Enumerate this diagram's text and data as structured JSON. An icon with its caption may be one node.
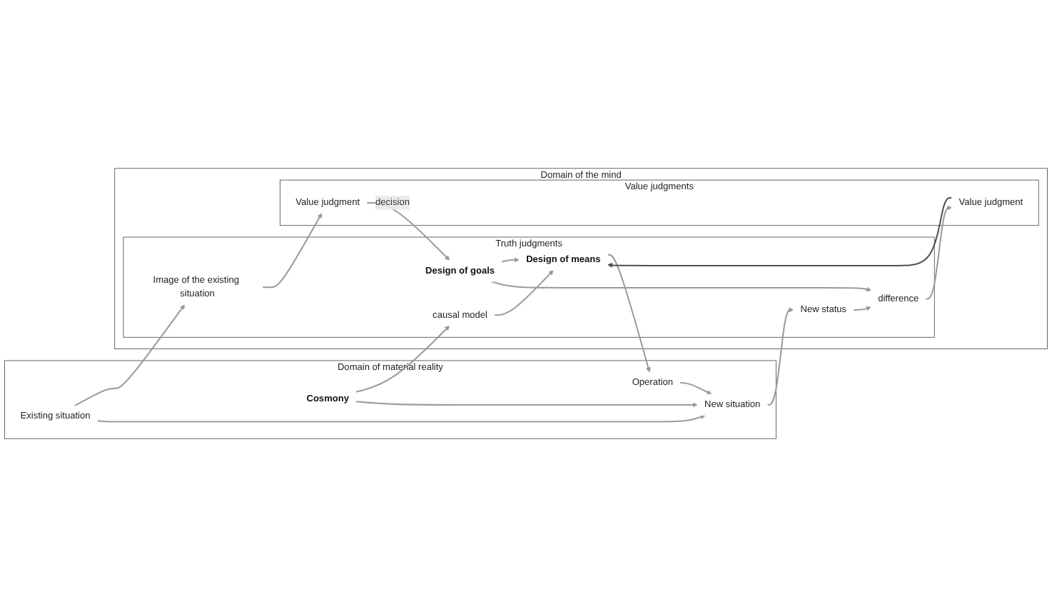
{
  "diagram": {
    "nodes": [
      {
        "text": [
          "Domain of material reality"
        ]
      },
      {
        "text": [
          "Existing situation"
        ],
        "in": 0
      },
      {
        "text": [
          "Cosmony"
        ],
        "in": 0
      },
      {
        "text": [
          "Operation"
        ],
        "in": 0
      },
      {
        "text": [
          "New situation"
        ],
        "in": 0
      },
      {
        "text": [
          "Domain of the mind"
        ]
      },
      {
        "text": [
          "Truth judgments"
        ],
        "in": 5
      },
      {
        "text": [
          "Image of the existing situation"
        ],
        "in": 6
      },
      {
        "text": [
          "causal model"
        ],
        "in": 6
      },
      {
        "text": [
          "Design of means"
        ],
        "in": 6
      },
      {
        "text": [
          "Design of goals"
        ],
        "in": 6
      },
      {
        "text": [
          "difference"
        ],
        "in": 6
      },
      {
        "text": [
          "New status"
        ],
        "in": 6
      },
      {
        "text": [
          "Value judgments"
        ],
        "in": 5
      },
      {
        "text": [
          "Value judgment"
        ],
        "in": 13
      },
      {
        "text": [
          "Value judgment"
        ],
        "in": 13
      }
    ],
    "edges": [
      {
        "from": 1,
        "to": 7,
        "arrow": "to"
      },
      {
        "from": 7,
        "to": 14,
        "arrow": "to"
      },
      {
        "from": 1,
        "to": 4,
        "arrow": "to"
      },
      {
        "from": 2,
        "to": 8,
        "arrow": "to"
      },
      {
        "from": 2,
        "to": 4,
        "arrow": "to"
      },
      {
        "from": 8,
        "to": 9,
        "arrow": "to"
      },
      {
        "from": 9,
        "to": 3,
        "arrow": "to"
      },
      {
        "from": 3,
        "to": 4,
        "arrow": "to"
      },
      {
        "from": 14,
        "to": 10,
        "arrow": "to",
        "label": "decision"
      },
      {
        "from": 10,
        "to": 9,
        "arrow": "to"
      },
      {
        "from": 15,
        "to": 9,
        "arrow": "to",
        "color": "#505050"
      },
      {
        "from": 10,
        "to": 11,
        "arrow": "to"
      },
      {
        "from": 11,
        "to": 15,
        "arrow": "to"
      },
      {
        "from": 12,
        "to": 11,
        "arrow": "to"
      },
      {
        "from": 4,
        "to": 12,
        "arrow": "to"
      }
    ]
  }
}
